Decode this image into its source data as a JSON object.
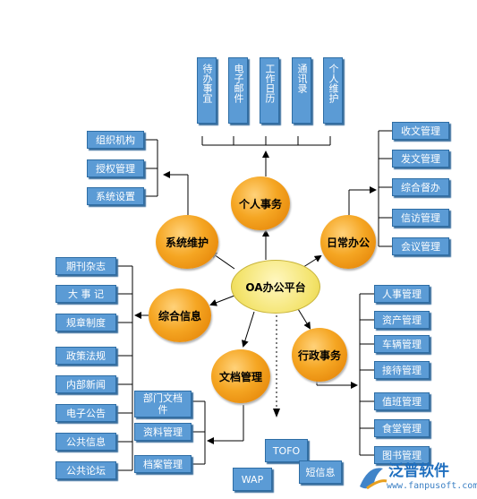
{
  "center": "OA办公平台",
  "hubs": {
    "personal": "个人事务",
    "system": "系统维护",
    "daily": "日常办公",
    "info": "综合信息",
    "admin": "行政事务",
    "docs": "文档管理"
  },
  "personal_items": [
    "待办事宜",
    "电子邮件",
    "工作日历",
    "通讯录",
    "个人维护"
  ],
  "system_items": [
    "组织机构",
    "授权管理",
    "系统设置"
  ],
  "daily_items": [
    "收文管理",
    "发文管理",
    "综合督办",
    "信访管理",
    "会议管理"
  ],
  "info_items": [
    "期刊杂志",
    "大 事 记",
    "规章制度",
    "政策法规",
    "内部新闻",
    "电子公告",
    "公共信息",
    "公共论坛"
  ],
  "admin_items": [
    "人事管理",
    "资产管理",
    "车辆管理",
    "接待管理",
    "值班管理",
    "食堂管理",
    "图书管理"
  ],
  "doc_items": [
    "部门文档件",
    "资料管理",
    "档案管理"
  ],
  "extra_items": [
    "TOFO",
    "WAP",
    "短信息"
  ],
  "watermark": {
    "brand": "泛普软件",
    "url": "www.fanpusoft.com"
  },
  "colors": {
    "box": "#5b9bd5",
    "bubble": "#f5a623",
    "center": "#f3e36b",
    "line": "#000000"
  }
}
